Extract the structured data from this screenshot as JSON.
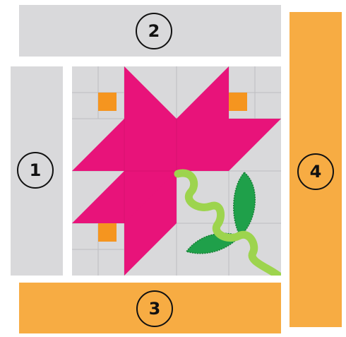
{
  "strips": [
    {
      "number": "1",
      "color": "#d9d9db"
    },
    {
      "number": "2",
      "color": "#d9d9db"
    },
    {
      "number": "3",
      "color": "#f7ac43"
    },
    {
      "number": "4",
      "color": "#f7ac43"
    }
  ],
  "colors": {
    "background_fabric": "#d9d9db",
    "seam_line": "#bdbdc0",
    "flower_petals": "#e8137a",
    "flower_center_squares": "#f5951f",
    "stem": "#9dd44e",
    "leaf": "#1fa04a",
    "border_orange": "#f7ac43"
  }
}
